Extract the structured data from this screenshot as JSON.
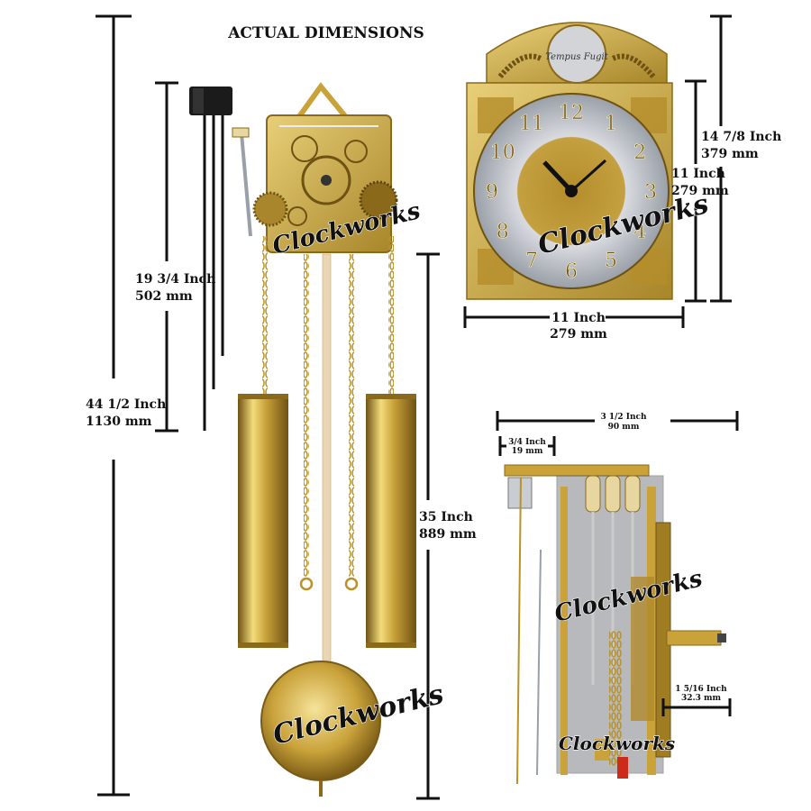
{
  "title": "ACTUAL DIMENSIONS",
  "dimensions": {
    "overall_height": {
      "imperial": "44 1/2 Inch",
      "metric": "1130 mm"
    },
    "movement_to_weights": {
      "imperial": "19 3/4 Inch",
      "metric": "502 mm"
    },
    "pendulum_length": {
      "imperial": "35 Inch",
      "metric": "889 mm"
    },
    "dial_height": {
      "imperial": "14 7/8 Inch",
      "metric": "379 mm"
    },
    "dial_square_height": {
      "imperial": "11 Inch",
      "metric": "279 mm"
    },
    "dial_width": {
      "imperial": "11 Inch",
      "metric": "279 mm"
    },
    "movement_depth": {
      "imperial": "3 1/2 Inch",
      "metric": "90 mm"
    },
    "hammer_offset": {
      "imperial": "3/4 Inch",
      "metric": "19 mm"
    },
    "arbor_length": {
      "imperial": "1 5/16 Inch",
      "metric": "32.3 mm"
    }
  },
  "watermark": "Clockworks",
  "dial_arch_text": "Tempus Fugit",
  "dial_numerals": [
    "12",
    "1",
    "2",
    "3",
    "4",
    "5",
    "6",
    "7",
    "8",
    "9",
    "10",
    "11"
  ],
  "colors": {
    "brass": "#c9a23a",
    "brass_dark": "#8a6a1a",
    "silver": "#c9ccd0",
    "line": "#111111"
  }
}
